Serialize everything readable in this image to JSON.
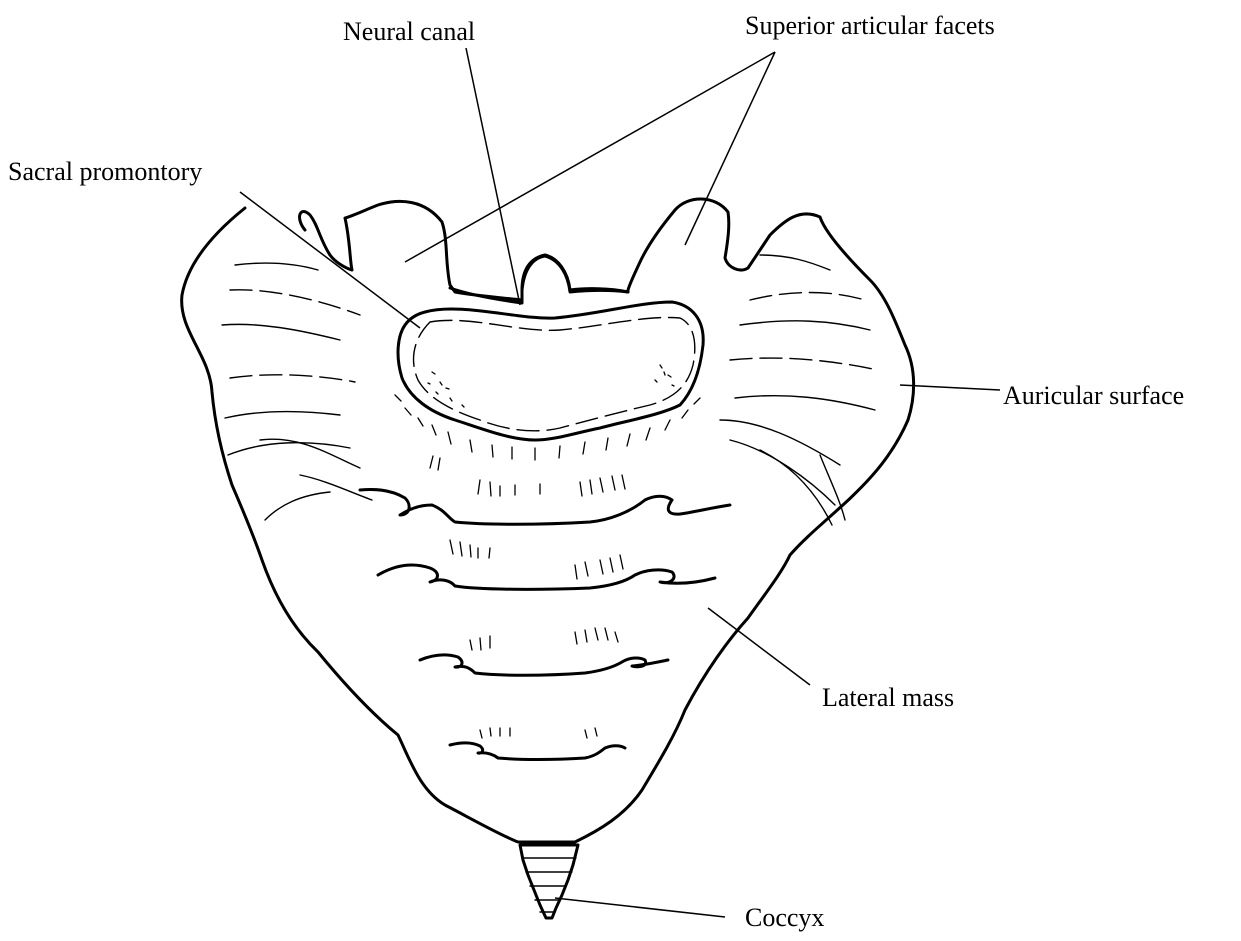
{
  "labels": {
    "neural_canal": "Neural canal",
    "superior_articular_facets": "Superior articular facets",
    "sacral_promontory": "Sacral promontory",
    "auricular_surface": "Auricular surface",
    "lateral_mass": "Lateral mass",
    "coccyx": "Coccyx"
  },
  "colors": {
    "line": "#000000",
    "background": "#ffffff"
  }
}
